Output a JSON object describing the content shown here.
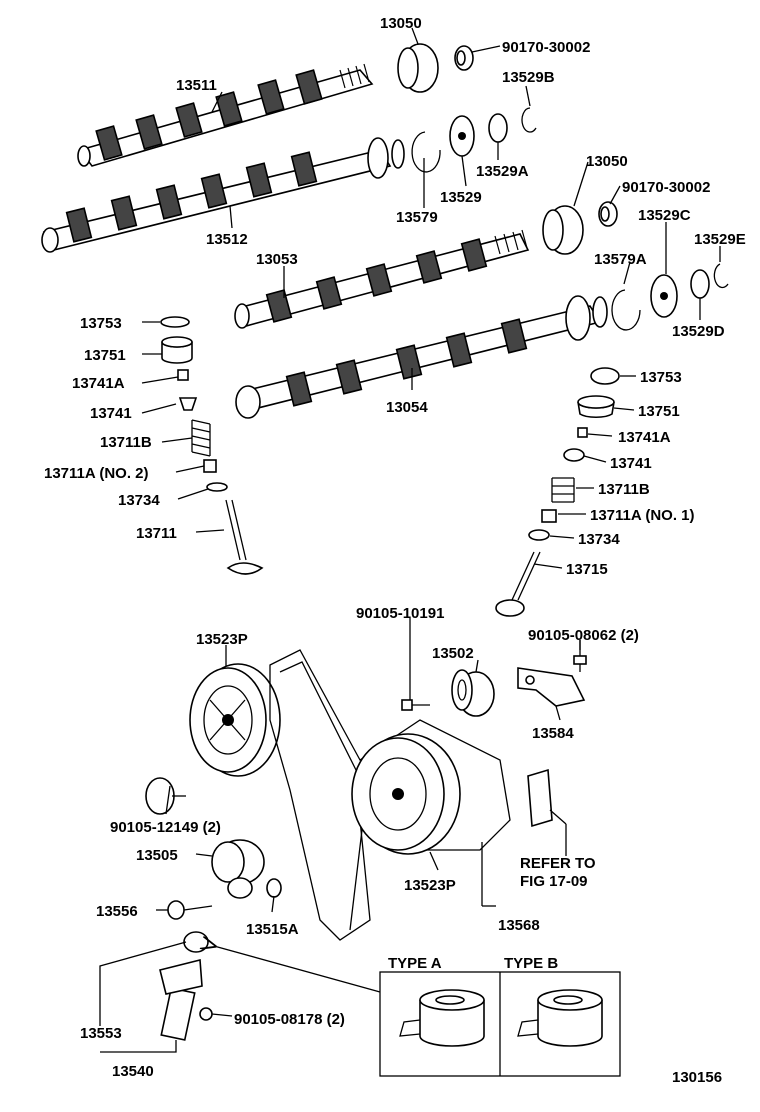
{
  "figure_code": "130156",
  "type_a_label": "TYPE A",
  "type_b_label": "TYPE B",
  "callouts": [
    {
      "id": "c01",
      "text": "13050"
    },
    {
      "id": "c02",
      "text": "90170-30002"
    },
    {
      "id": "c03",
      "text": "13511"
    },
    {
      "id": "c04",
      "text": "13529B"
    },
    {
      "id": "c05",
      "text": "13529A"
    },
    {
      "id": "c06",
      "text": "13529"
    },
    {
      "id": "c07",
      "text": "13579"
    },
    {
      "id": "c08",
      "text": "13512"
    },
    {
      "id": "c09",
      "text": "13050"
    },
    {
      "id": "c10",
      "text": "90170-30002"
    },
    {
      "id": "c11",
      "text": "13529C"
    },
    {
      "id": "c12",
      "text": "13529E"
    },
    {
      "id": "c13",
      "text": "13053"
    },
    {
      "id": "c14",
      "text": "13579A"
    },
    {
      "id": "c15",
      "text": "13529D"
    },
    {
      "id": "c16",
      "text": "13753"
    },
    {
      "id": "c17",
      "text": "13751"
    },
    {
      "id": "c18",
      "text": "13741A"
    },
    {
      "id": "c19",
      "text": "13741"
    },
    {
      "id": "c20",
      "text": "13711B"
    },
    {
      "id": "c21",
      "text": "13711A (NO. 2)"
    },
    {
      "id": "c22",
      "text": "13734"
    },
    {
      "id": "c23",
      "text": "13711"
    },
    {
      "id": "c24",
      "text": "13054"
    },
    {
      "id": "c25",
      "text": "13753"
    },
    {
      "id": "c26",
      "text": "13751"
    },
    {
      "id": "c27",
      "text": "13741A"
    },
    {
      "id": "c28",
      "text": "13741"
    },
    {
      "id": "c29",
      "text": "13711B"
    },
    {
      "id": "c30",
      "text": "13711A (NO. 1)"
    },
    {
      "id": "c31",
      "text": "13734"
    },
    {
      "id": "c32",
      "text": "13715"
    },
    {
      "id": "c33",
      "text": "90105-10191"
    },
    {
      "id": "c34",
      "text": "13523P"
    },
    {
      "id": "c35",
      "text": "13502"
    },
    {
      "id": "c36",
      "text": "90105-08062 (2)"
    },
    {
      "id": "c37",
      "text": "13584"
    },
    {
      "id": "c38",
      "text": "90105-12149 (2)"
    },
    {
      "id": "c39",
      "text": "13505"
    },
    {
      "id": "c40",
      "text": "REFER TO"
    },
    {
      "id": "c41",
      "text": "FIG 17-09"
    },
    {
      "id": "c42",
      "text": "13523P"
    },
    {
      "id": "c43",
      "text": "13556"
    },
    {
      "id": "c44",
      "text": "13515A"
    },
    {
      "id": "c45",
      "text": "13568"
    },
    {
      "id": "c46",
      "text": "13553"
    },
    {
      "id": "c47",
      "text": "90105-08178 (2)"
    },
    {
      "id": "c48",
      "text": "13540"
    }
  ]
}
